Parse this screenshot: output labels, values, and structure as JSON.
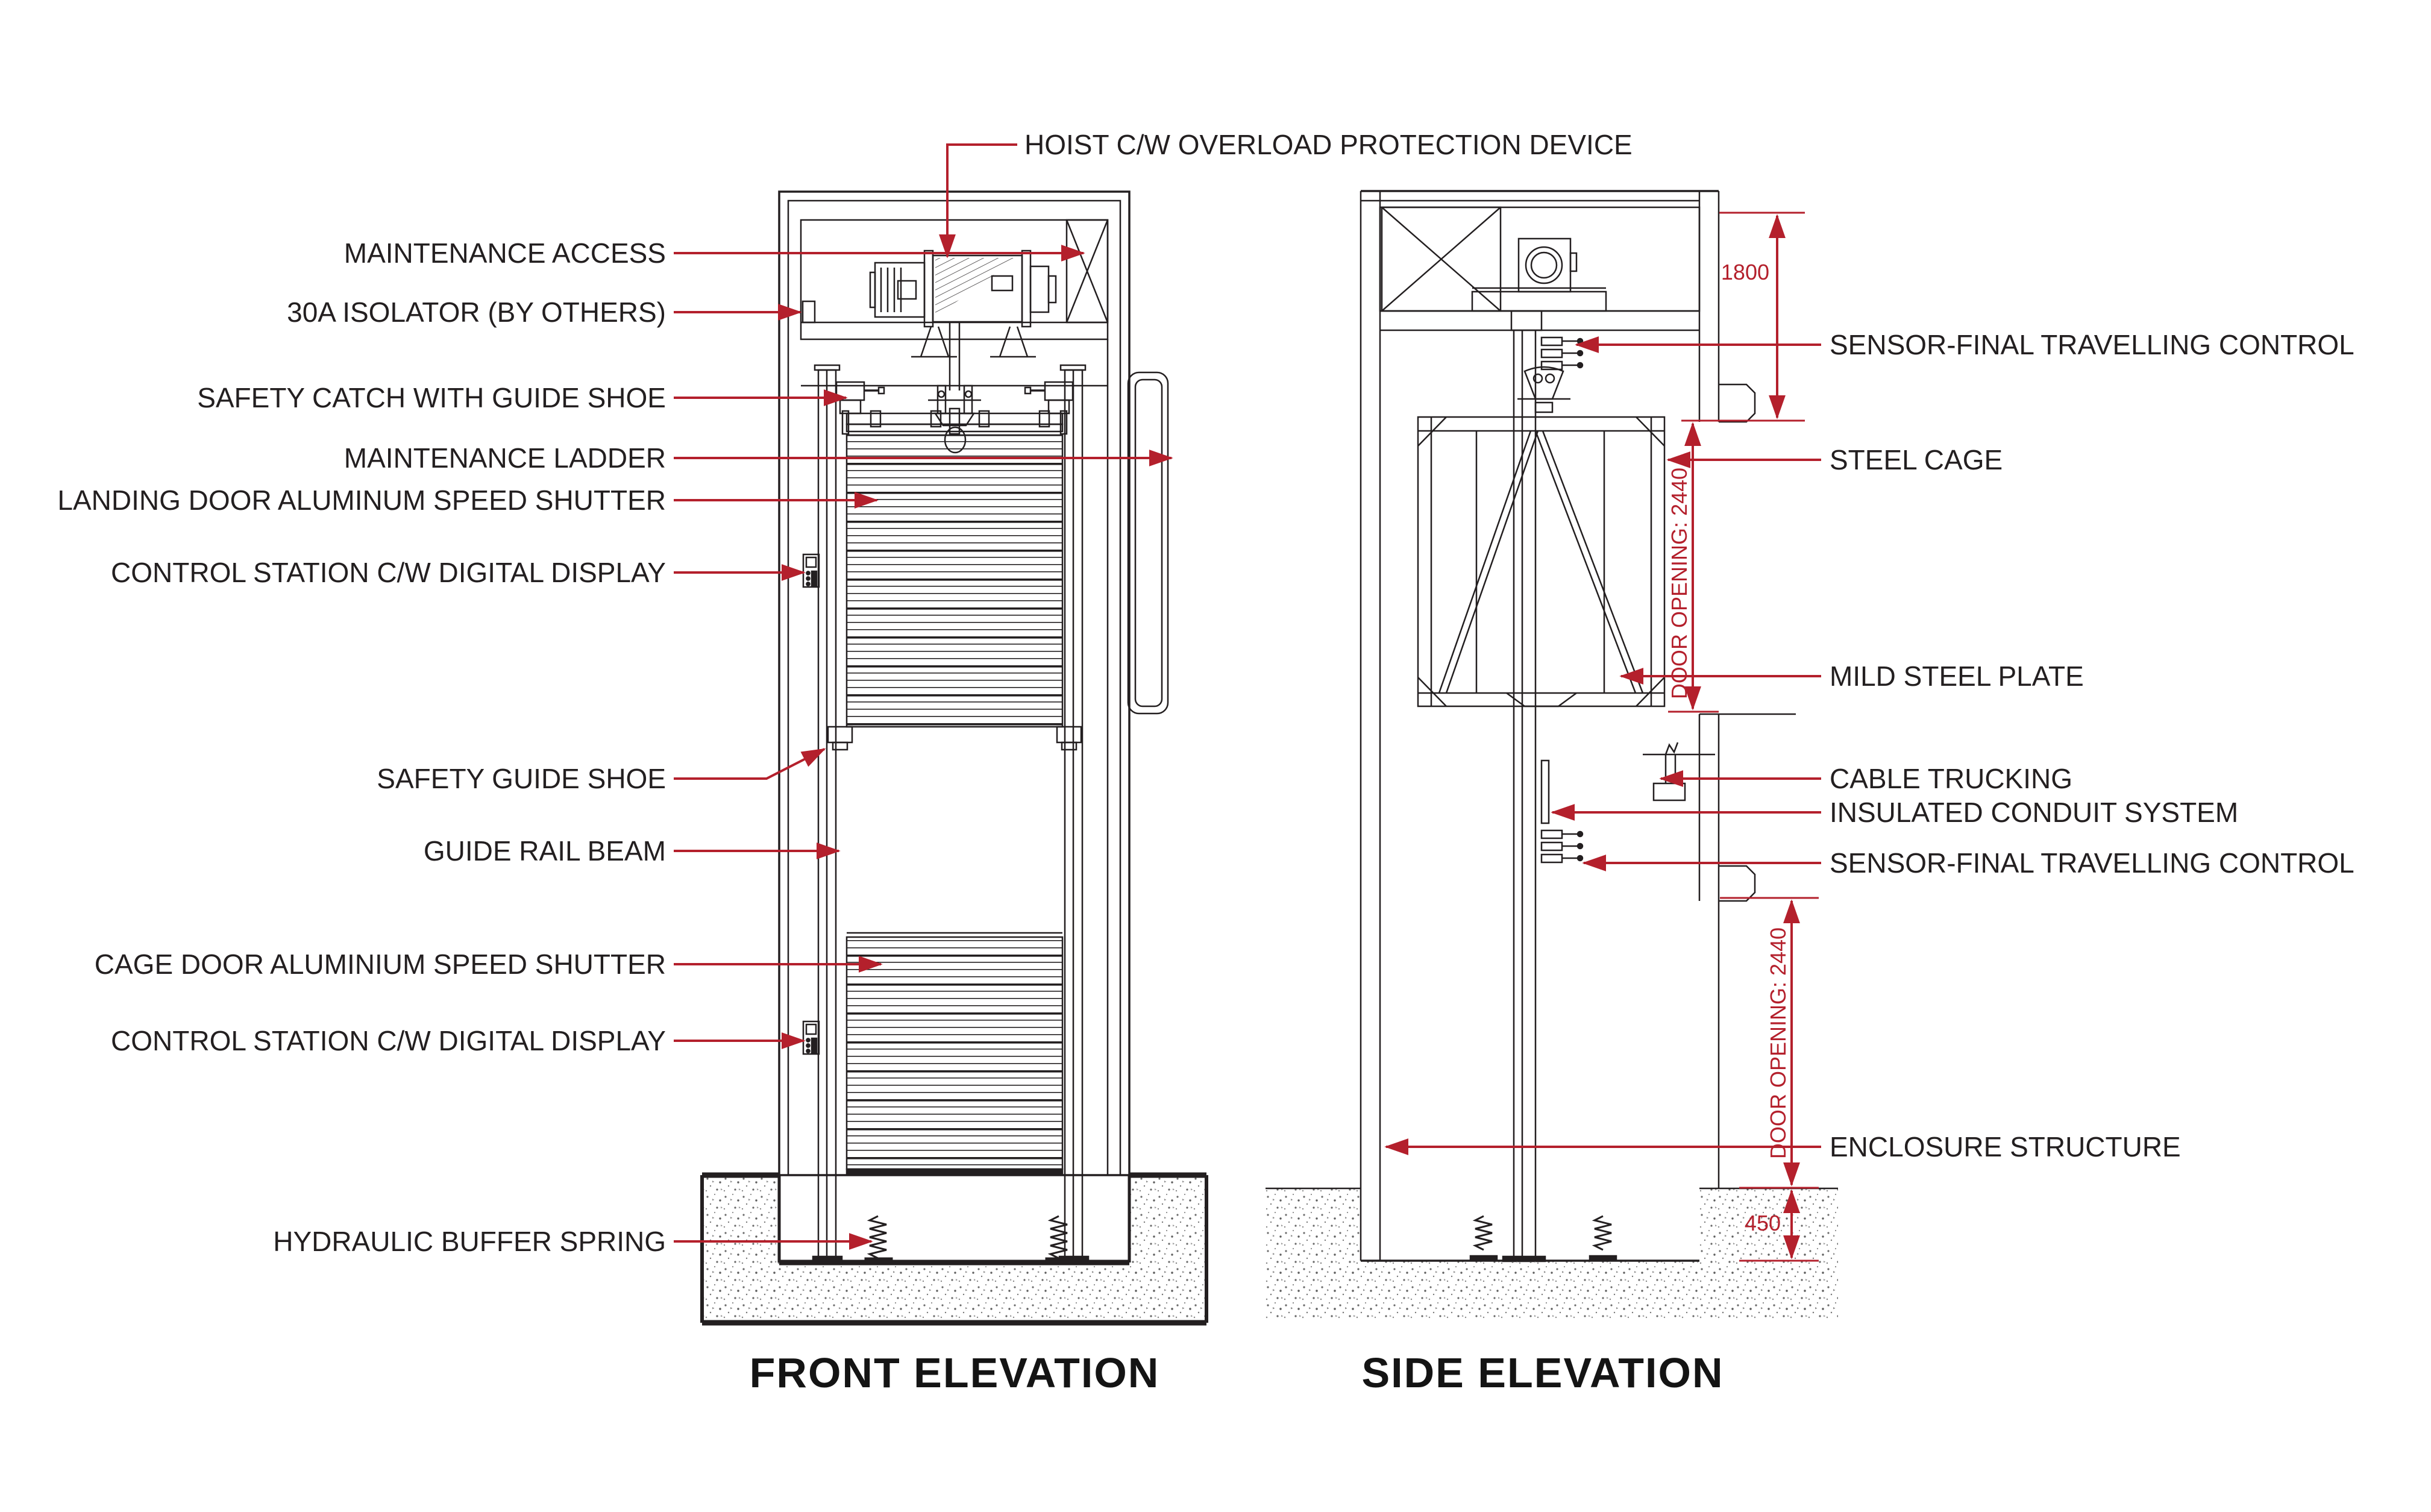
{
  "labels": {
    "hoist": "HOIST C/W OVERLOAD PROTECTION DEVICE",
    "left": [
      "MAINTENANCE ACCESS",
      "30A ISOLATOR (BY OTHERS)",
      "SAFETY CATCH WITH GUIDE SHOE",
      "MAINTENANCE LADDER",
      "LANDING DOOR ALUMINUM SPEED SHUTTER",
      "CONTROL STATION C/W DIGITAL DISPLAY",
      "SAFETY GUIDE SHOE",
      "GUIDE RAIL BEAM",
      "CAGE DOOR ALUMINIUM SPEED SHUTTER",
      "CONTROL STATION C/W DIGITAL DISPLAY",
      "HYDRAULIC BUFFER SPRING"
    ],
    "right": [
      "SENSOR-FINAL TRAVELLING CONTROL",
      "STEEL CAGE",
      "MILD STEEL PLATE",
      "CABLE TRUCKING",
      "INSULATED CONDUIT SYSTEM",
      "SENSOR-FINAL TRAVELLING CONTROL",
      "ENCLOSURE STRUCTURE"
    ]
  },
  "dims": {
    "headroom": "1800",
    "upper": "DOOR OPENING: 2440",
    "lower": "DOOR OPENING: 2440",
    "pit": "450"
  },
  "titles": {
    "front": "FRONT ELEVATION",
    "side": "SIDE ELEVATION"
  },
  "colors": {
    "leader": "#B4202C",
    "ink": "#231F20"
  }
}
